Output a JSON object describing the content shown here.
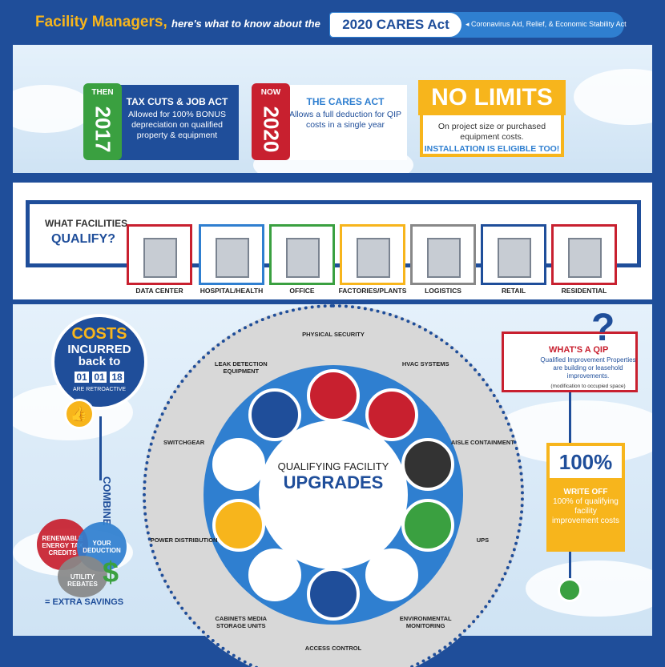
{
  "header": {
    "title": "Facility Managers,",
    "subtitle": "here's what to know about the",
    "act": "2020 CARES Act",
    "act_full": "Coronavirus Aid, Relief, & Economic Stability Act"
  },
  "then": {
    "label": "THEN",
    "year": "2017",
    "title": "TAX CUTS & JOB ACT",
    "text": "Allowed for 100% BONUS depreciation on qualified property & equipment"
  },
  "now": {
    "label": "NOW",
    "year": "2020",
    "title": "THE CARES ACT",
    "text": "Allows a full deduction for QIP costs in a single year"
  },
  "no_limits": {
    "title": "NO LIMITS",
    "text": "On project size or purchased equipment costs.",
    "highlight": "INSTALLATION IS ELIGIBLE TOO!"
  },
  "facilities": {
    "question_line1": "WHAT FACILITIES",
    "question_line2": "QUALIFY?",
    "items": [
      {
        "label": "DATA CENTER",
        "icon": "data-center-icon",
        "color": "#c8202f"
      },
      {
        "label": "HOSPITAL/HEALTH",
        "icon": "hospital-icon",
        "color": "#2f7fd0"
      },
      {
        "label": "OFFICE",
        "icon": "office-icon",
        "color": "#3aa040"
      },
      {
        "label": "FACTORIES/PLANTS",
        "icon": "factory-icon",
        "color": "#f7b51c"
      },
      {
        "label": "LOGISTICS",
        "icon": "logistics-icon",
        "color": "#888888"
      },
      {
        "label": "RETAIL",
        "icon": "retail-icon",
        "color": "#1f4e9a"
      },
      {
        "label": "RESIDENTIAL",
        "icon": "residential-icon",
        "color": "#c8202f"
      }
    ]
  },
  "costs": {
    "title": "COSTS",
    "line1": "INCURRED",
    "line2": "back to",
    "date": [
      "01",
      "01",
      "18"
    ],
    "note": "ARE RETROACTIVE"
  },
  "combine": {
    "label": "COMBINE",
    "renewable": "RENEWABLE ENERGY TAX CREDITS",
    "deduction": "YOUR DEDUCTION",
    "utility": "UTILITY REBATES",
    "result": "= EXTRA SAVINGS"
  },
  "wheel": {
    "center_line1": "QUALIFYING FACILITY",
    "center_line2": "UPGRADES",
    "items": [
      {
        "label": "PHYSICAL SECURITY",
        "icon": "security-camera-icon",
        "color": "#c8202f"
      },
      {
        "label": "HVAC SYSTEMS",
        "icon": "hvac-icon",
        "color": "#c8202f"
      },
      {
        "label": "AISLE CONTAINMENT",
        "icon": "aisle-containment-icon",
        "color": "#333333"
      },
      {
        "label": "UPS",
        "icon": "ups-icon",
        "color": "#3aa040"
      },
      {
        "label": "ENVIRONMENTAL MONITORING",
        "icon": "gauge-icon",
        "color": "#ffffff"
      },
      {
        "label": "ACCESS CONTROL",
        "icon": "fingerprint-icon",
        "color": "#1f4e9a"
      },
      {
        "label": "CABINETS MEDIA STORAGE UNITS",
        "icon": "cabinet-icon",
        "color": "#ffffff"
      },
      {
        "label": "POWER DISTRIBUTION",
        "icon": "power-strip-icon",
        "color": "#f7b51c"
      },
      {
        "label": "SWITCHGEAR",
        "icon": "switchgear-icon",
        "color": "#ffffff"
      },
      {
        "label": "LEAK DETECTION EQUIPMENT",
        "icon": "pipe-icon",
        "color": "#1f4e9a"
      }
    ]
  },
  "qip": {
    "title": "WHAT'S A QIP",
    "mark": "?",
    "text": "Qualified Improvement Properties are building or leasehold improvements.",
    "note": "(modification to occupied space)"
  },
  "writeoff": {
    "value": "100%",
    "title": "WRITE OFF",
    "text": "100% of qualifying facility improvement costs"
  }
}
